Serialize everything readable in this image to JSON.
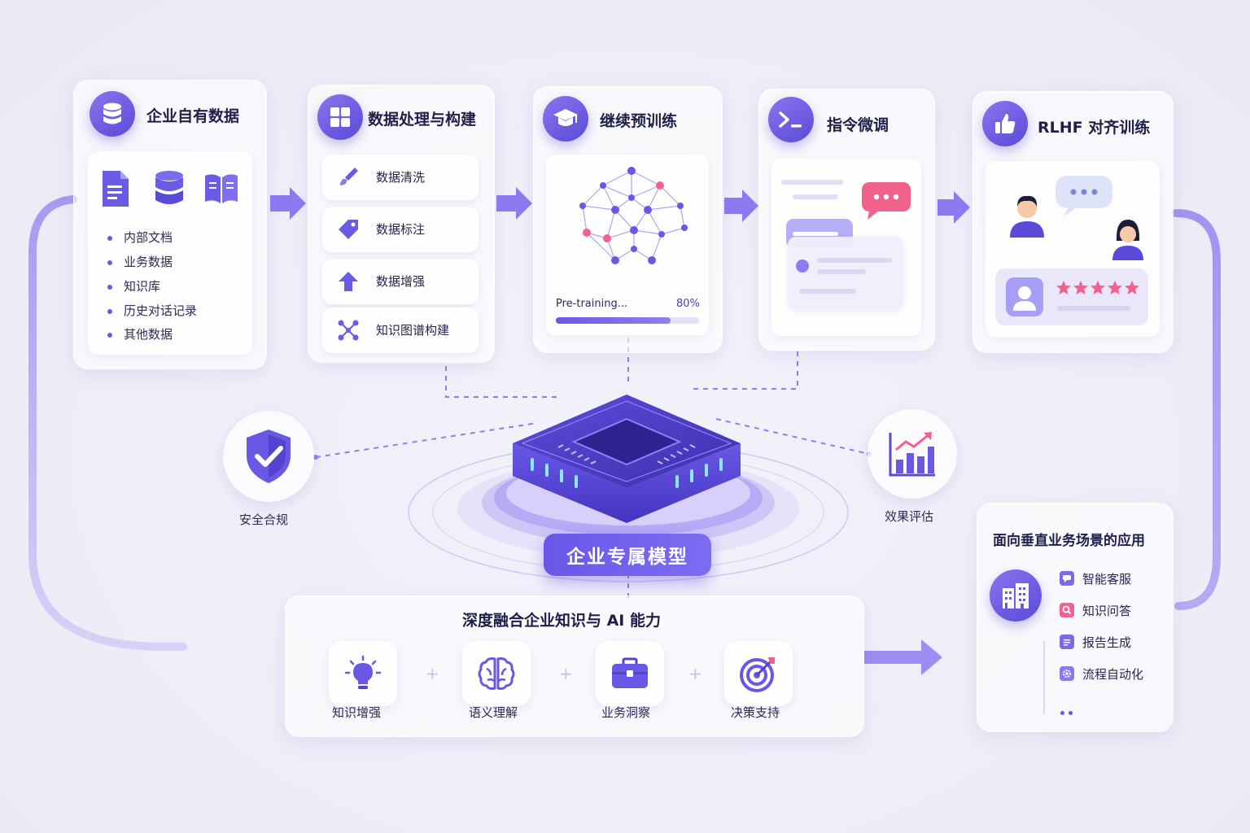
{
  "colors": {
    "accent": "#6b57e6",
    "accent_dark": "#4a3bc9",
    "pink": "#f0628c",
    "text": "#23234a"
  },
  "stages": {
    "data": {
      "title": "企业自有数据",
      "icon": "database-icon",
      "items": [
        "内部文档",
        "业务数据",
        "知识库",
        "历史对话记录",
        "其他数据"
      ]
    },
    "processing": {
      "title": "数据处理与构建",
      "icon": "grid-icon",
      "items": [
        {
          "label": "数据清洗",
          "icon": "brush-icon"
        },
        {
          "label": "数据标注",
          "icon": "tag-icon"
        },
        {
          "label": "数据增强",
          "icon": "arrow-up-icon"
        },
        {
          "label": "知识图谱构建",
          "icon": "graph-nodes-icon"
        }
      ]
    },
    "pretrain": {
      "title": "继续预训练",
      "icon": "graduation-cap-icon",
      "progress_label": "Pre-training...",
      "progress_text": "80%",
      "progress": 0.8
    },
    "sft": {
      "title": "指令微调",
      "icon": "terminal-icon"
    },
    "rlhf": {
      "title": "RLHF 对齐训练",
      "icon": "thumbs-up-icon"
    }
  },
  "center": {
    "label": "企业专属模型",
    "icon": "chip-icon"
  },
  "side": {
    "security": {
      "label": "安全合规",
      "icon": "shield-check-icon"
    },
    "eval": {
      "label": "效果评估",
      "icon": "bar-chart-icon"
    }
  },
  "fusion": {
    "title": "深度融合企业知识与 AI 能力",
    "items": [
      {
        "label": "知识增强",
        "icon": "lightbulb-icon"
      },
      {
        "label": "语义理解",
        "icon": "brain-icon"
      },
      {
        "label": "业务洞察",
        "icon": "briefcase-icon"
      },
      {
        "label": "决策支持",
        "icon": "target-icon"
      }
    ]
  },
  "apps": {
    "title": "面向垂直业务场景的应用",
    "icon": "building-icon",
    "items": [
      {
        "label": "智能客服",
        "icon": "chat-icon"
      },
      {
        "label": "知识问答",
        "icon": "search-icon"
      },
      {
        "label": "报告生成",
        "icon": "document-icon"
      },
      {
        "label": "流程自动化",
        "icon": "gear-icon"
      }
    ]
  }
}
